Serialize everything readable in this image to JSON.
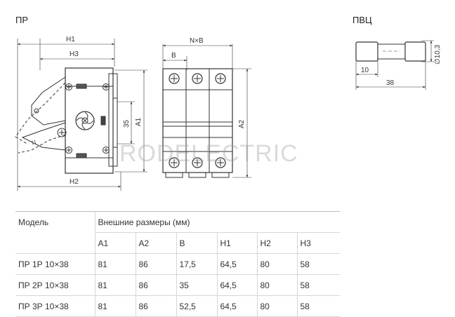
{
  "headings": {
    "left": "ПР",
    "right": "ПВЦ"
  },
  "dims": {
    "h1": "H1",
    "h3": "H3",
    "h2": "H2",
    "a1": "A1",
    "a2": "A2",
    "d35": "35",
    "nb": "N×B",
    "b": "B",
    "fuse_d": "∅10,3",
    "fuse_10": "10",
    "fuse_38": "38"
  },
  "watermark": "RODELECTRIC",
  "table": {
    "model_header": "Модель",
    "group_header": "Внешние размеры (мм)",
    "columns": [
      "A1",
      "A2",
      "B",
      "H1",
      "H2",
      "H3"
    ],
    "rows": [
      {
        "model": "ПР 1Р 10×38",
        "values": [
          "81",
          "86",
          "17,5",
          "64,5",
          "80",
          "58"
        ]
      },
      {
        "model": "ПР 2Р 10×38",
        "values": [
          "81",
          "86",
          "35",
          "64,5",
          "80",
          "58"
        ]
      },
      {
        "model": "ПР 3Р 10×38",
        "values": [
          "81",
          "86",
          "52,5",
          "64,5",
          "80",
          "58"
        ]
      }
    ]
  }
}
